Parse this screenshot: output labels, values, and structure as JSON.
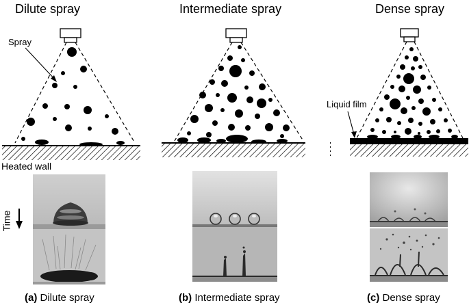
{
  "titles": {
    "dilute": "Dilute spray",
    "intermediate": "Intermediate spray",
    "dense": "Dense spray"
  },
  "labels": {
    "spray": "Spray",
    "liquid_film": "Liquid film",
    "heated_wall": "Heated wall",
    "time": "Time"
  },
  "captions": {
    "a_tag": "(a)",
    "a_text": "Dilute spray",
    "b_tag": "(b)",
    "b_text": "Intermediate spray",
    "c_tag": "(c)",
    "c_text": "Dense spray"
  },
  "colors": {
    "ink": "#000000",
    "photo_light": "#d8d8d8",
    "photo_mid": "#a8a8a8",
    "photo_dark": "#4a4a4a"
  }
}
